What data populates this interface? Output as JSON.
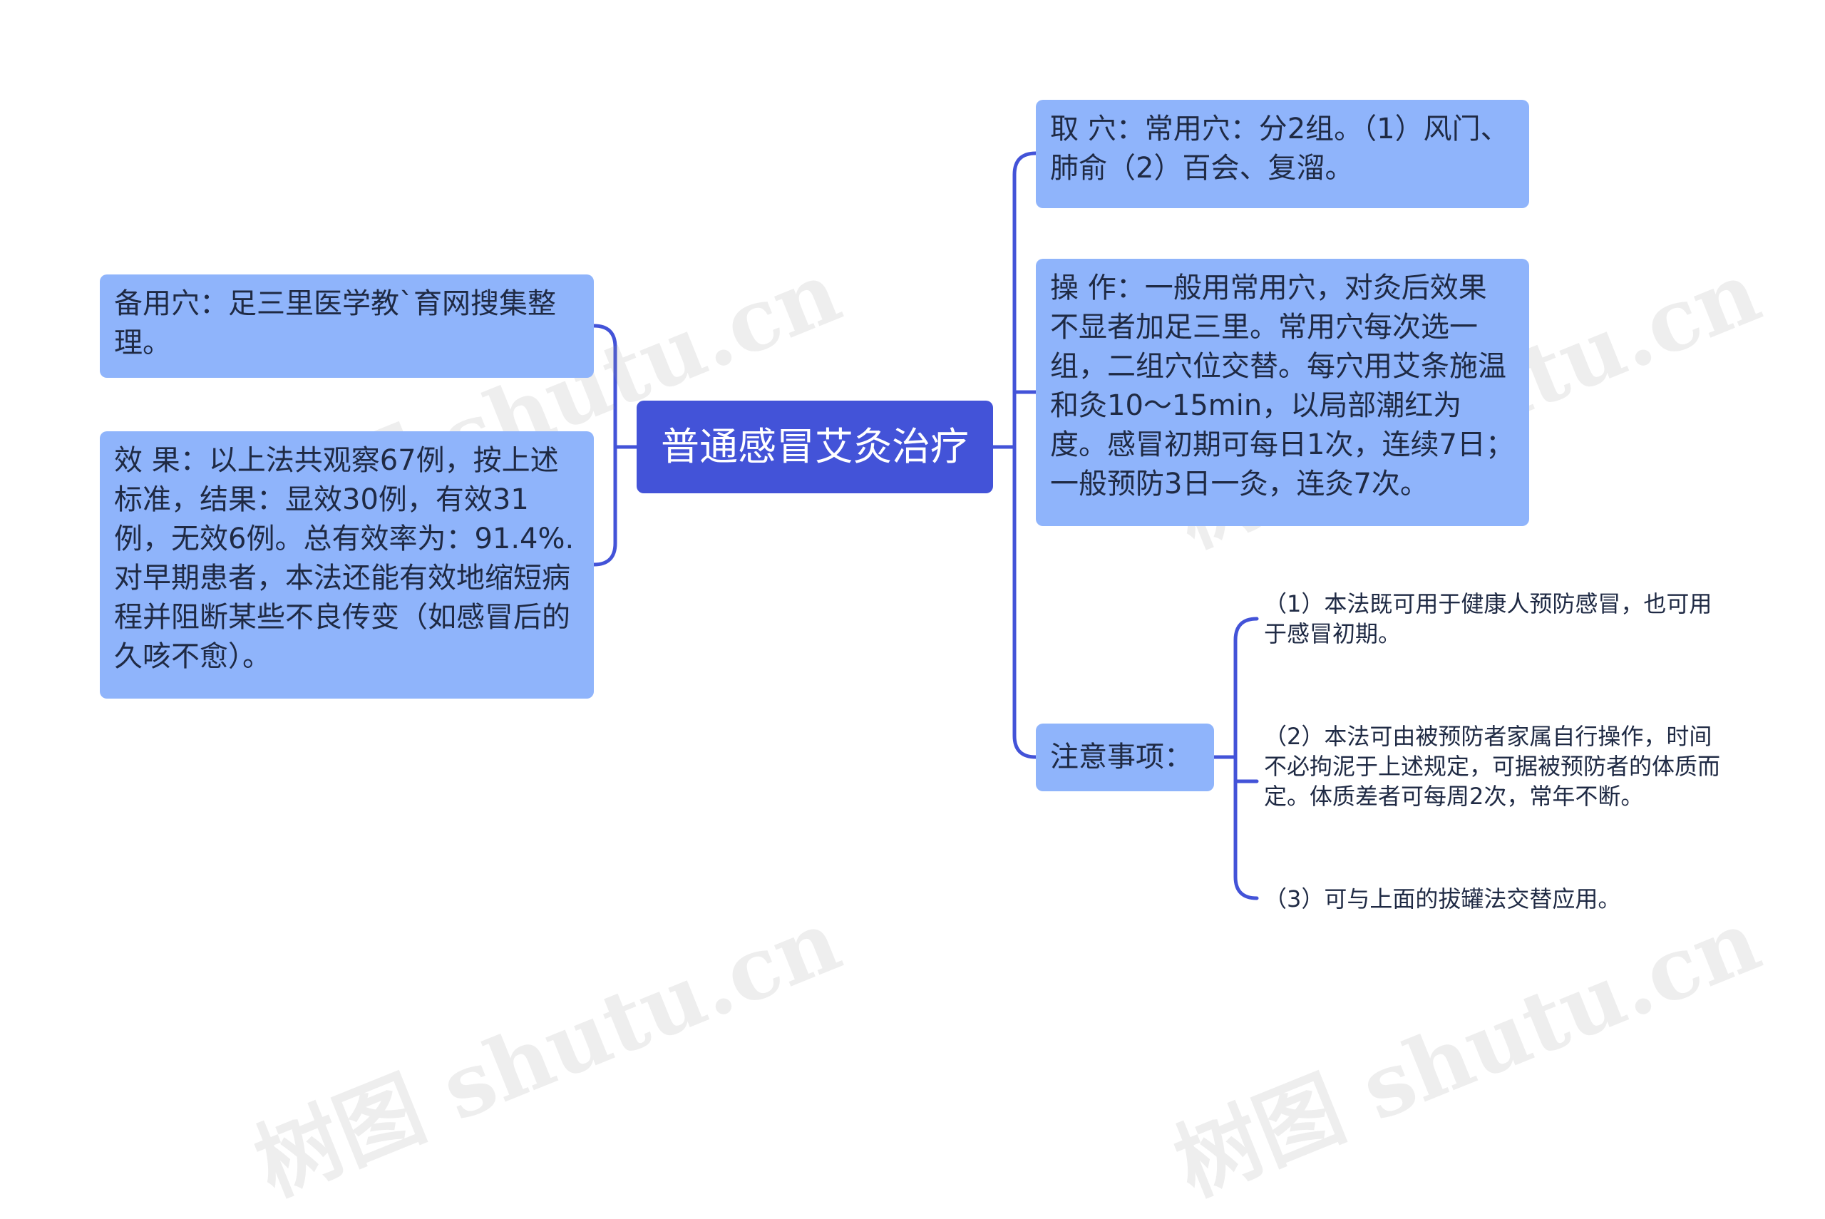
{
  "root": {
    "label": "普通感冒艾灸治疗"
  },
  "left": [
    {
      "text": "备用穴：足三里医学教`育网搜集整理。"
    },
    {
      "text": "效 果：以上法共观察67例，按上述标准，结果：显效30例，有效31例，无效6例。总有效率为：91.4%.对早期患者，本法还能有效地缩短病程并阻断某些不良传变（如感冒后的久咳不愈）。"
    }
  ],
  "right": [
    {
      "text": "取 穴：常用穴：分2组。（1）风门、肺俞（2）百会、复溜。"
    },
    {
      "text": "操 作：一般用常用穴，对灸后效果不显者加足三里。常用穴每次选一组，二组穴位交替。每穴用艾条施温和灸10～15min，以局部潮红为度。感冒初期可每日1次，连续7日；一般预防3日一灸，连灸7次。"
    },
    {
      "text": "注意事项："
    }
  ],
  "notes": [
    {
      "text": "（1）本法既可用于健康人预防感冒，也可用于感冒初期。"
    },
    {
      "text": "（2）本法可由被预防者家属自行操作，时间不必拘泥于上述规定，可据被预防者的体质而定。体质差者可每周2次，常年不断。"
    },
    {
      "text": "（3）可与上面的拔罐法交替应用。"
    }
  ],
  "watermark": "树图 shutu.cn",
  "colors": {
    "root": "#4353d8",
    "node": "#8fb4fb",
    "line": "#4353d8"
  }
}
